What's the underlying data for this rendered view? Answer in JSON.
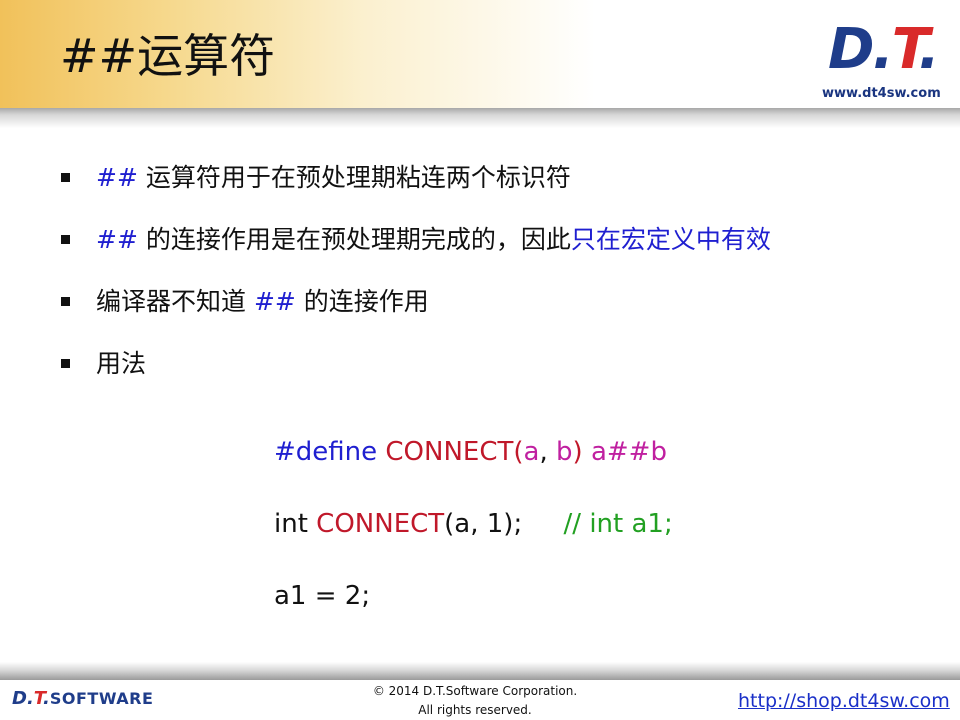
{
  "header": {
    "title": "##运算符",
    "logo_d": "D",
    "logo_dot": ".",
    "logo_t": "T",
    "logo_dot2": ".",
    "site_url": "www.dt4sw.com"
  },
  "bullets": [
    {
      "parts": [
        {
          "text": "## ",
          "color": "blue"
        },
        {
          "text": "运算符用于在预处理期粘连两个标识符",
          "color": "black"
        }
      ]
    },
    {
      "parts": [
        {
          "text": "## ",
          "color": "blue"
        },
        {
          "text": "的连接作用是在预处理期完成的，因此",
          "color": "black"
        },
        {
          "text": "只在宏定义中有效",
          "color": "blue"
        }
      ]
    },
    {
      "parts": [
        {
          "text": "编译器不知道 ",
          "color": "black"
        },
        {
          "text": "## ",
          "color": "blue"
        },
        {
          "text": "的连接作用",
          "color": "black"
        }
      ]
    },
    {
      "parts": [
        {
          "text": "用法",
          "color": "black"
        }
      ]
    }
  ],
  "code": {
    "line1": {
      "kw": "#define ",
      "fn": "CONNECT",
      "p1": "(",
      "a": "a",
      "comma": ", ",
      "b": "b",
      "p2": ") ",
      "body": "a##b"
    },
    "line2": {
      "type": "int ",
      "fn": "CONNECT",
      "args": "(a, 1);",
      "gap": "     ",
      "comment": "// int a1;"
    },
    "line3": {
      "text": "a1 = 2;"
    }
  },
  "footer": {
    "logo_d": "D.",
    "logo_t": "T",
    "logo_dot": ".",
    "logo_software": "SOFTWARE",
    "copyright_line1": "© 2014 D.T.Software Corporation.",
    "copyright_line2": "All rights reserved.",
    "shop_link": "http://shop.dt4sw.com"
  },
  "colors": {
    "blue": "#1f1fd0",
    "red": "#c0182a",
    "magenta": "#c020a0",
    "green": "#22a022"
  }
}
